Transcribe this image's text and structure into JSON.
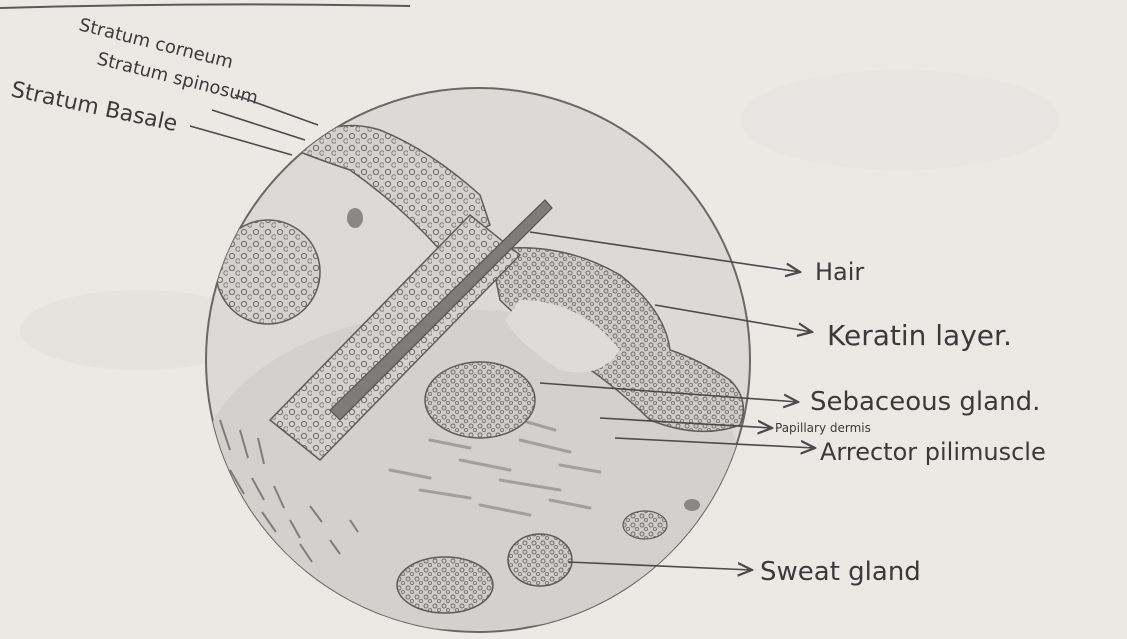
{
  "labels": {
    "stratum_corneum": "Stratum corneum",
    "stratum_spinosum": "Stratum spinosum",
    "stratum_basale": "Stratum Basale",
    "hair": "Hair",
    "keratin_layer": "Keratin layer.",
    "sebaceous_gland": "Sebaceous gland.",
    "papillary_dermis": "Papillary dermis",
    "arrector_pili_muscle": "Arrector pilimuscle",
    "sweat_gland": "Sweat gland"
  },
  "colors": {
    "paper": "#ece9e5",
    "pencil": "#4a4a4c",
    "shading": "#9a9796"
  }
}
